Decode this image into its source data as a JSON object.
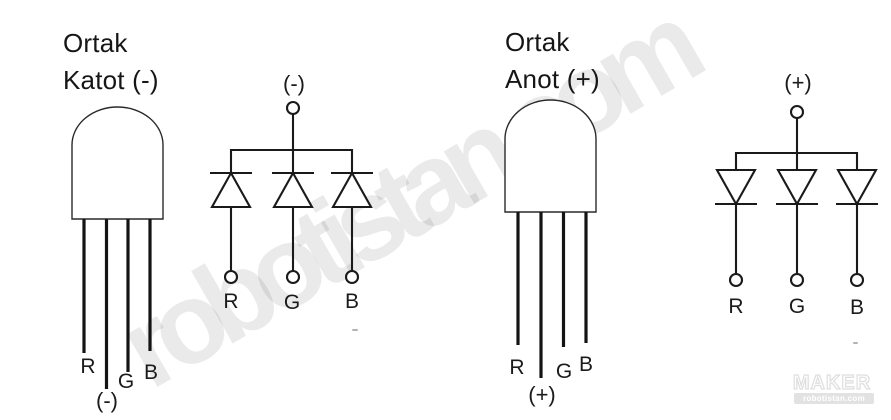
{
  "watermark": "robotistan.com",
  "cathode": {
    "title_line1": "Ortak",
    "title_line2": "Katot (-)",
    "led_pins": {
      "r": "R",
      "g": "G",
      "b": "B",
      "common": "(-)"
    },
    "schematic": {
      "common": "(-)",
      "r": "R",
      "g": "G",
      "b": "B"
    }
  },
  "anode": {
    "title_line1": "Ortak",
    "title_line2": "Anot (+)",
    "led_pins": {
      "r": "R",
      "g": "G",
      "b": "B",
      "common": "(+)"
    },
    "schematic": {
      "common": "(+)",
      "r": "R",
      "g": "G",
      "b": "B"
    }
  },
  "logo": {
    "brand": "MAKER",
    "site": "robotistan.com"
  },
  "colors": {
    "line": "#1a1a1a",
    "led_outline": "#2a2a2a"
  }
}
